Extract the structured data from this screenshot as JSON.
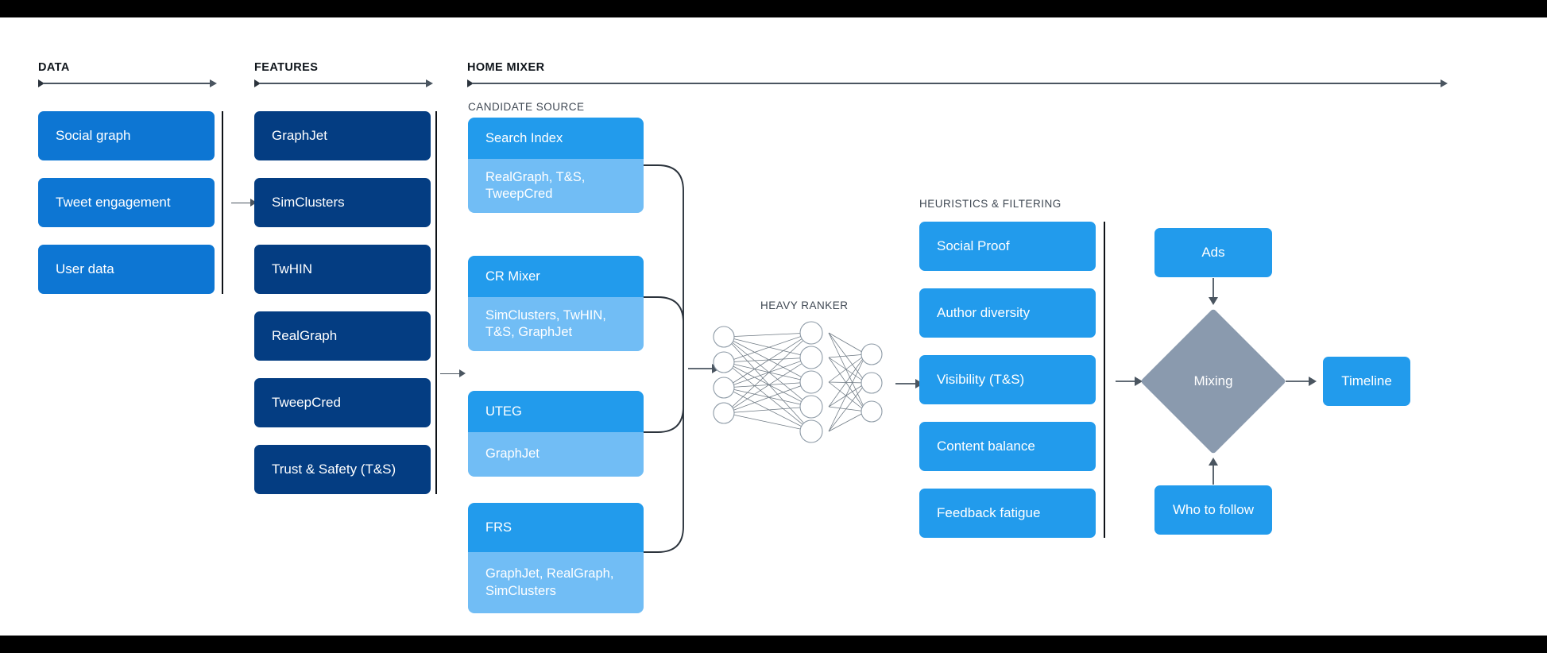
{
  "page": {
    "background": "#ffffff",
    "letterbox_color": "#000000"
  },
  "colors": {
    "data_box": "#0d76d3",
    "feature_box": "#043d82",
    "candidate_head": "#229bec",
    "candidate_body": "#71bdf5",
    "heuristic_box": "#229bec",
    "mixing_diamond": "#8a9aae",
    "output_box": "#229bec",
    "rule": "#4a5560",
    "separator": "#0d1116"
  },
  "sections": {
    "data": {
      "title": "DATA"
    },
    "features": {
      "title": "FEATURES"
    },
    "home_mixer": {
      "title": "HOME MIXER"
    },
    "candidate_source": {
      "title": "CANDIDATE SOURCE"
    },
    "heavy_ranker": {
      "title": "HEAVY RANKER"
    },
    "heuristics": {
      "title": "HEURISTICS & FILTERING"
    }
  },
  "data_boxes": [
    {
      "label": "Social graph"
    },
    {
      "label": "Tweet engagement"
    },
    {
      "label": "User data"
    }
  ],
  "feature_boxes": [
    {
      "label": "GraphJet"
    },
    {
      "label": "SimClusters"
    },
    {
      "label": "TwHIN"
    },
    {
      "label": "RealGraph"
    },
    {
      "label": "TweepCred"
    },
    {
      "label": "Trust & Safety (T&S)"
    }
  ],
  "candidate_sources": [
    {
      "name": "Search Index",
      "features": "RealGraph, T&S,\nTweepCred"
    },
    {
      "name": "CR Mixer",
      "features": "SimClusters, TwHIN,\nT&S, GraphJet"
    },
    {
      "name": "UTEG",
      "features": "GraphJet"
    },
    {
      "name": "FRS",
      "features": "GraphJet, RealGraph,\nSimClusters"
    }
  ],
  "heavy_ranker": {
    "label": "HEAVY RANKER",
    "layers": [
      4,
      5,
      3
    ],
    "node_fill": "#ffffff",
    "node_stroke": "#8d9aa6",
    "edge_stroke": "#6d7882"
  },
  "heuristic_boxes": [
    {
      "label": "Social Proof"
    },
    {
      "label": "Author diversity"
    },
    {
      "label": "Visibility (T&S)"
    },
    {
      "label": "Content balance"
    },
    {
      "label": "Feedback fatigue"
    }
  ],
  "output_stage": {
    "ads": {
      "label": "Ads"
    },
    "who_to_follow": {
      "label": "Who to follow"
    },
    "mixing": {
      "label": "Mixing"
    },
    "timeline": {
      "label": "Timeline"
    }
  }
}
